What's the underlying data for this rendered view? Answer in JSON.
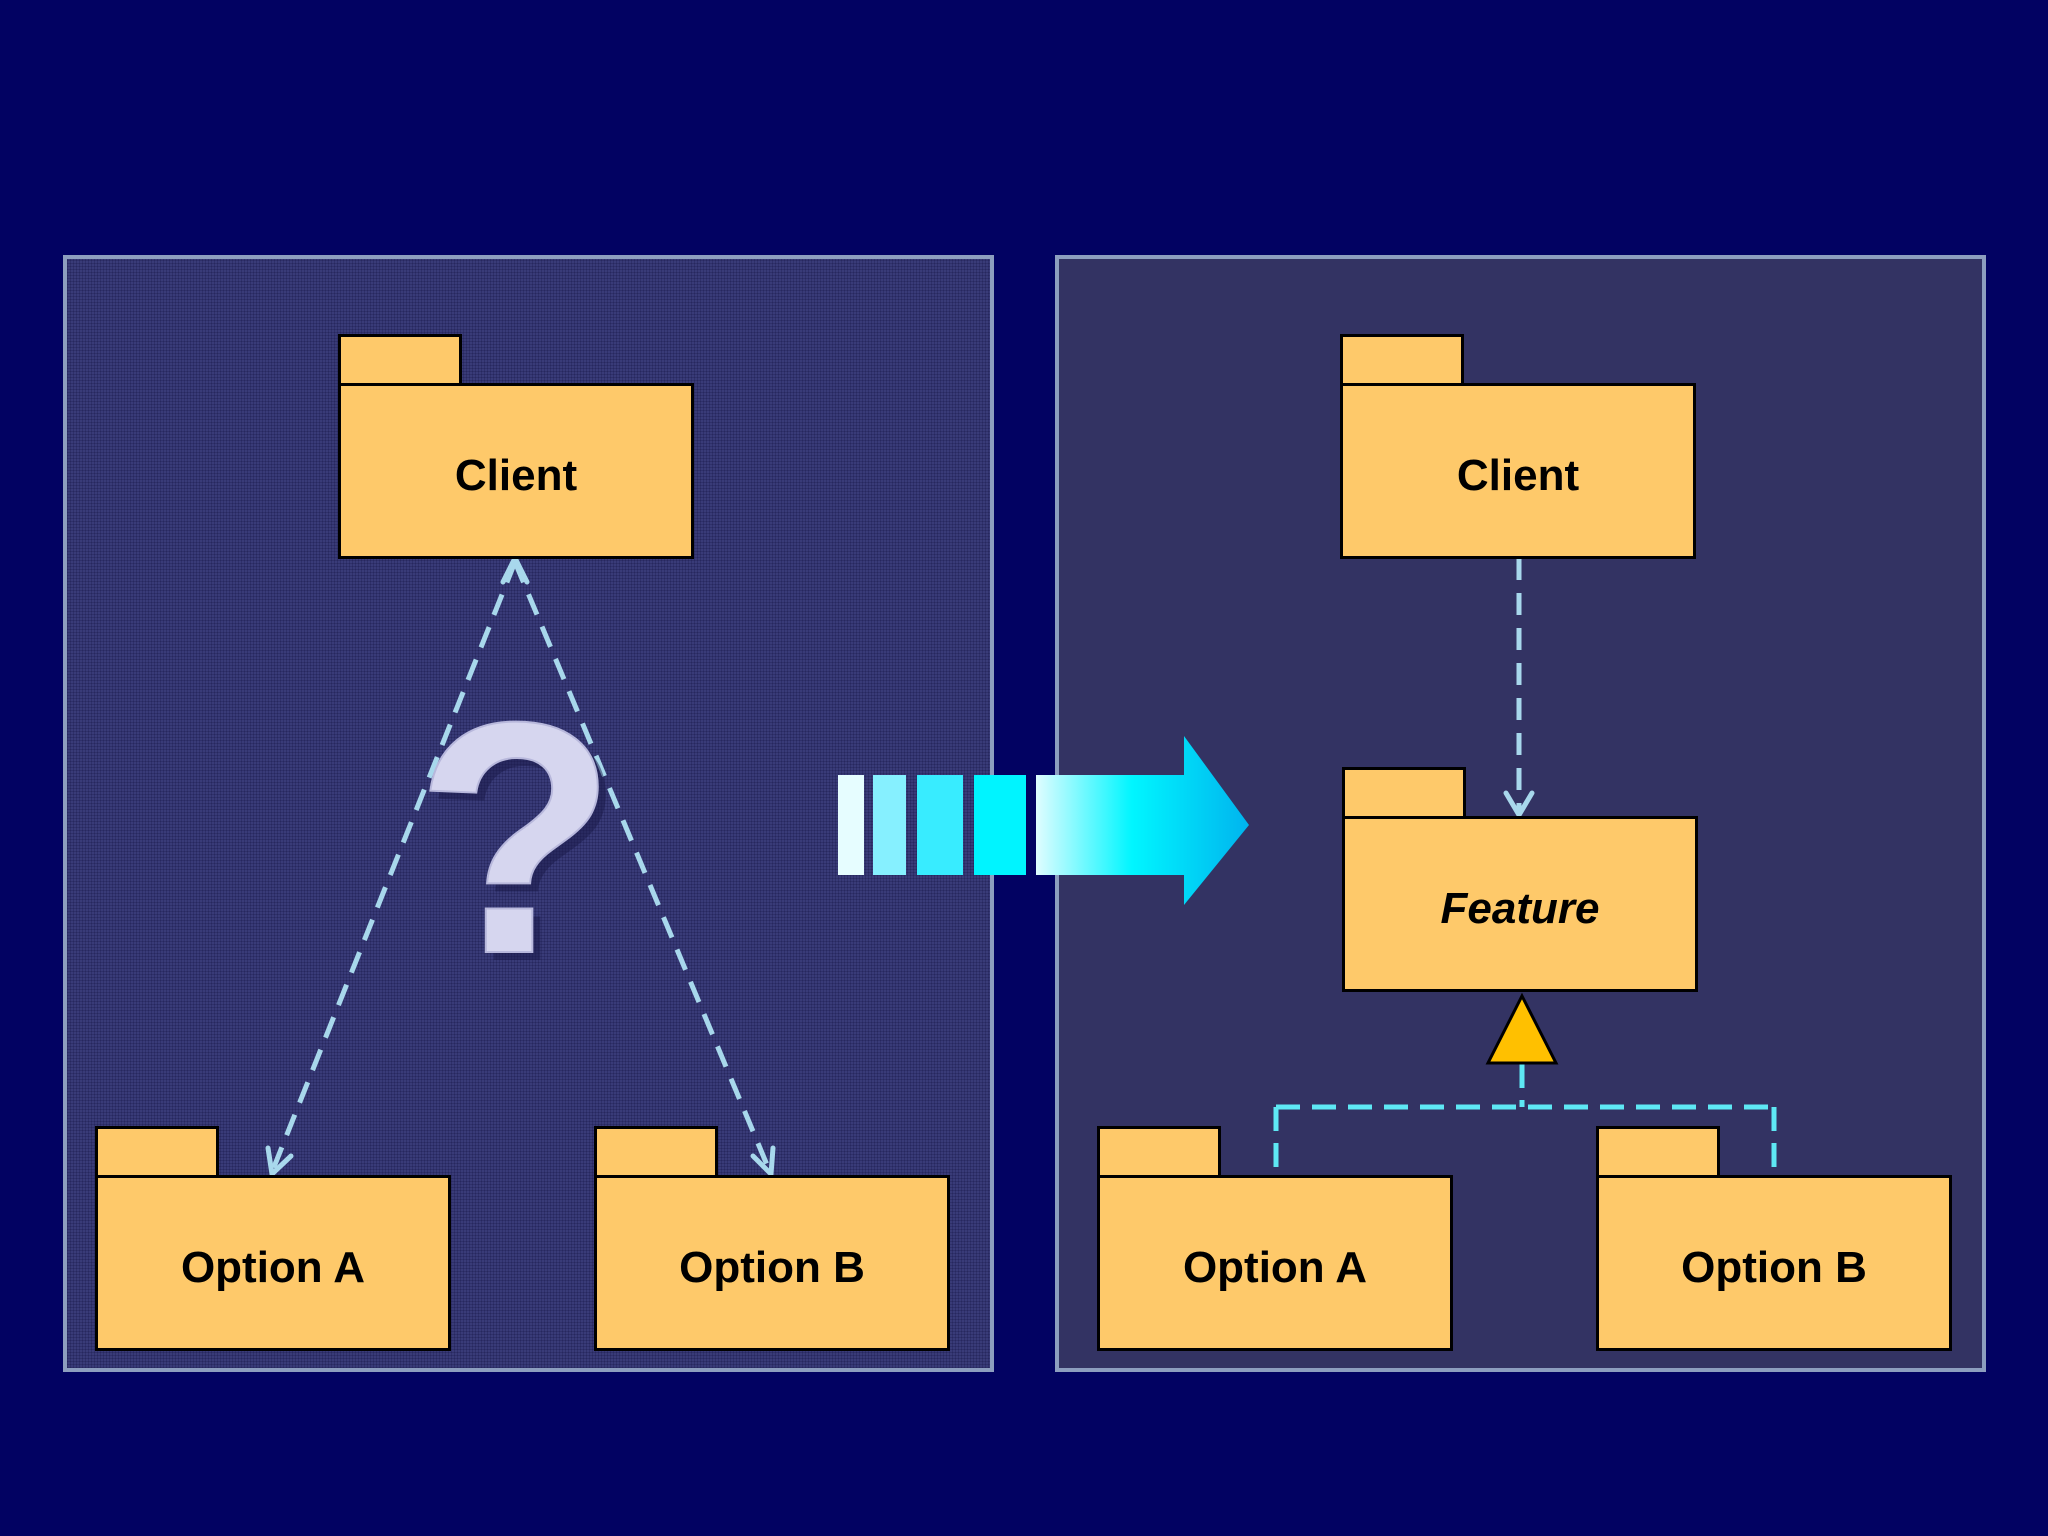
{
  "colors": {
    "background": "#020262",
    "panel_border": "#8d9ebf",
    "package_fill": "#fec96a",
    "dependency_line_left": "#a8d8ec",
    "dependency_line_right": "#5ee8f4",
    "triangle_fill": "#ffc000",
    "arrow_gradient": [
      "#e0fcff",
      "#00f6ff",
      "#00b4ee"
    ],
    "question_mark": "#d6d6ef"
  },
  "left_diagram": {
    "client_label": "Client",
    "option_a_label": "Option A",
    "option_b_label": "Option B",
    "center_glyph": "?"
  },
  "transition_arrow": {
    "icon": "striped-right-arrow"
  },
  "right_diagram": {
    "client_label": "Client",
    "feature_label": "Feature",
    "option_a_label": "Option A",
    "option_b_label": "Option B",
    "generalization_icon": "hollow-triangle"
  }
}
